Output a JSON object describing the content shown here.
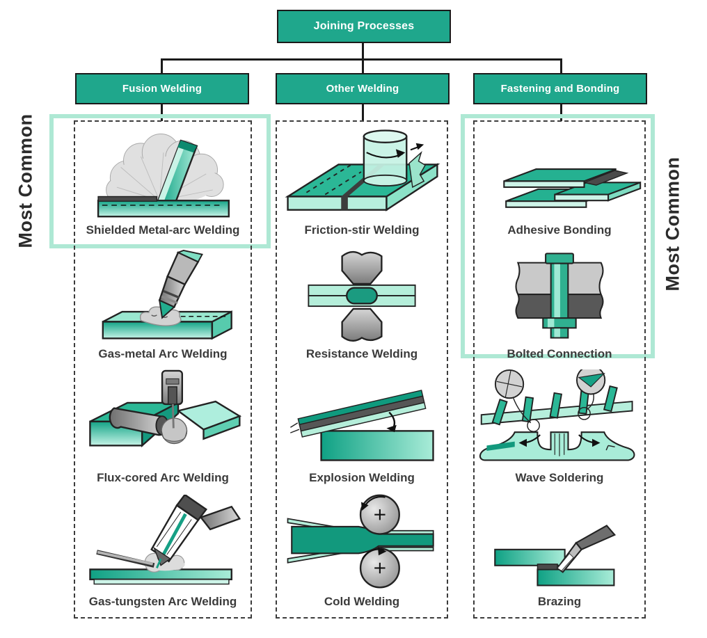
{
  "page_title": "Joining Processes",
  "colors": {
    "accent_teal": "#1fa78c",
    "highlight_mint": "#aee8d4",
    "connector_dark": "#1a1a1a",
    "label_text": "#3b3b3b"
  },
  "tree": {
    "root_label": "Joining Processes"
  },
  "side_labels": {
    "left": "Most Common",
    "right": "Most Common"
  },
  "columns": [
    {
      "header": "Fusion Welding",
      "items": [
        {
          "label": "Shielded Metal-arc Welding",
          "icon": "shielded-metal-arc-welding-icon",
          "highlighted": true
        },
        {
          "label": "Gas-metal Arc Welding",
          "icon": "gas-metal-arc-welding-icon",
          "highlighted": false
        },
        {
          "label": "Flux-cored Arc Welding",
          "icon": "flux-cored-arc-welding-icon",
          "highlighted": false
        },
        {
          "label": "Gas-tungsten Arc Welding",
          "icon": "gas-tungsten-arc-welding-icon",
          "highlighted": false
        }
      ]
    },
    {
      "header": "Other Welding",
      "items": [
        {
          "label": "Friction-stir Welding",
          "icon": "friction-stir-welding-icon",
          "highlighted": false
        },
        {
          "label": "Resistance Welding",
          "icon": "resistance-welding-icon",
          "highlighted": false
        },
        {
          "label": "Explosion Welding",
          "icon": "explosion-welding-icon",
          "highlighted": false
        },
        {
          "label": "Cold Welding",
          "icon": "cold-welding-icon",
          "highlighted": false
        }
      ]
    },
    {
      "header": "Fastening and Bonding",
      "items": [
        {
          "label": "Adhesive Bonding",
          "icon": "adhesive-bonding-icon",
          "highlighted": true
        },
        {
          "label": "Bolted Connection",
          "icon": "bolted-connection-icon",
          "highlighted": true
        },
        {
          "label": "Wave Soldering",
          "icon": "wave-soldering-icon",
          "highlighted": false
        },
        {
          "label": "Brazing",
          "icon": "brazing-icon",
          "highlighted": false
        }
      ]
    }
  ]
}
